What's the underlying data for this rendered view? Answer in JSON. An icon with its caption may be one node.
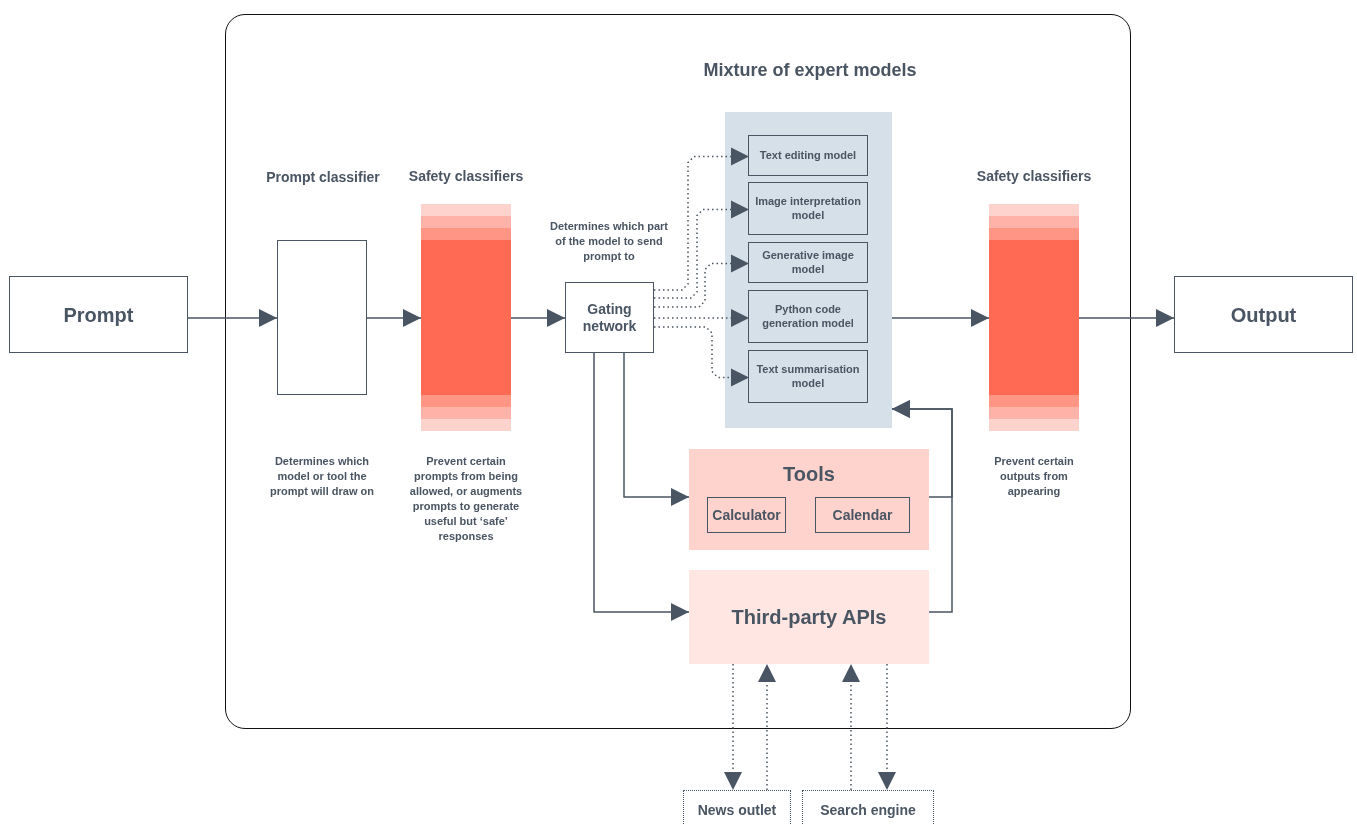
{
  "diagram": {
    "nodes": [
      {
        "text": [
          "Prompt"
        ]
      },
      {
        "text": [],
        "shape": "box"
      },
      {
        "text": [
          "Prompt classifier"
        ],
        "in": 1
      },
      {
        "text": [
          "Safety classifiers"
        ],
        "beside": [
          "Prevent certain prompts from being allowed, or augments prompts to generate useful but ‘safe’ responses"
        ],
        "in": 1
      },
      {
        "text": [
          "Gating network"
        ],
        "beside": [
          "Determines which part of the model to send prompt to"
        ],
        "in": 1
      },
      {
        "text": [
          "Mixture of expert models"
        ],
        "in": 1
      },
      {
        "text": [
          "Text editing model"
        ],
        "in": 5
      },
      {
        "text": [
          "Image interpretation model"
        ],
        "in": 5
      },
      {
        "text": [
          "Generative image model"
        ],
        "in": 5
      },
      {
        "text": [
          "Python code generation model"
        ],
        "in": 5
      },
      {
        "text": [
          "Text summarisation model"
        ],
        "in": 5
      },
      {
        "text": [
          "Tools"
        ],
        "in": 1
      },
      {
        "text": [
          "Calculator"
        ],
        "in": 11
      },
      {
        "text": [
          "Calendar"
        ],
        "in": 11
      },
      {
        "text": [
          "Third-party APIs"
        ],
        "in": 1
      },
      {
        "text": [
          "Safety classifiers"
        ],
        "beside": [
          "Prevent certain outputs from appearing"
        ],
        "in": 1
      },
      {
        "text": [
          "Output"
        ]
      },
      {
        "text": [
          "News outlet"
        ]
      },
      {
        "text": [
          "Search engine"
        ]
      }
    ],
    "edges": [
      {
        "from": 0,
        "to": 2,
        "arrow": "to"
      },
      {
        "from": 2,
        "to": 3,
        "arrow": "to"
      },
      {
        "from": 3,
        "to": 4,
        "arrow": "to"
      },
      {
        "from": 4,
        "to": 6,
        "arrow": "to",
        "style": "dashed"
      },
      {
        "from": 4,
        "to": 7,
        "arrow": "to",
        "style": "dashed"
      },
      {
        "from": 4,
        "to": 8,
        "arrow": "to",
        "style": "dashed"
      },
      {
        "from": 4,
        "to": 9,
        "arrow": "to",
        "style": "dashed"
      },
      {
        "from": 4,
        "to": 10,
        "arrow": "to",
        "style": "dashed"
      },
      {
        "from": 5,
        "to": 15,
        "arrow": "to"
      },
      {
        "from": 15,
        "to": 16,
        "arrow": "to"
      },
      {
        "from": 4,
        "to": 11,
        "arrow": "to"
      },
      {
        "from": 4,
        "to": 14,
        "arrow": "to"
      },
      {
        "from": 11,
        "to": 5,
        "arrow": "to"
      },
      {
        "from": 14,
        "to": 5,
        "arrow": "to"
      },
      {
        "from": 14,
        "to": 17,
        "arrow": "to",
        "style": "dashed"
      },
      {
        "from": 17,
        "to": 14,
        "arrow": "to",
        "style": "dashed"
      },
      {
        "from": 18,
        "to": 14,
        "arrow": "to",
        "style": "dashed"
      },
      {
        "from": 14,
        "to": 18,
        "arrow": "to",
        "style": "dashed"
      }
    ],
    "labels": [
      "Determines which model or tool the prompt will draw on"
    ]
  }
}
